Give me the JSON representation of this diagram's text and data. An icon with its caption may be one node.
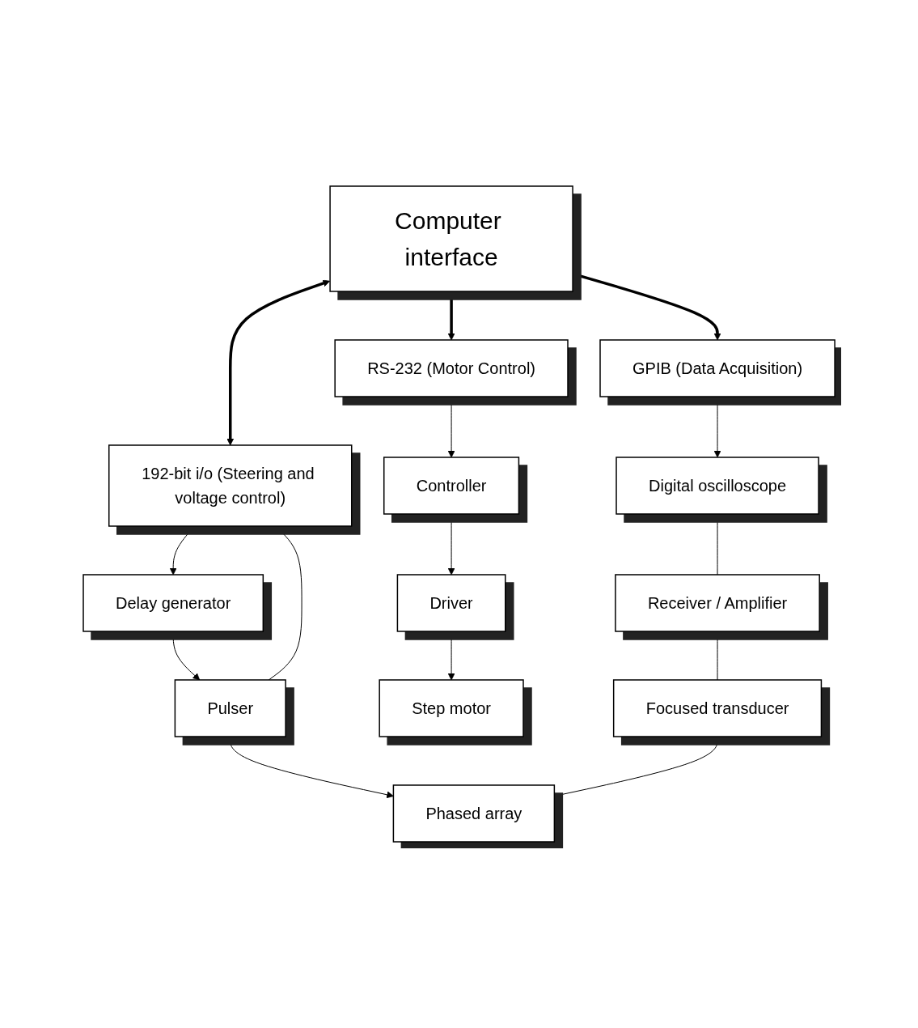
{
  "diagram": {
    "nodes": [
      {
        "text": [
          "Computer interface"
        ]
      },
      {
        "text": [
          "RS-232 (Motor Control)"
        ]
      },
      {
        "text": [
          "GPIB (Data Acquisition)"
        ]
      },
      {
        "text": [
          "192-bit i/o (Steering and voltage control)"
        ]
      },
      {
        "text": [
          "Controller"
        ]
      },
      {
        "text": [
          "Digital oscilloscope"
        ]
      },
      {
        "text": [
          "Delay generator"
        ]
      },
      {
        "text": [
          "Driver"
        ]
      },
      {
        "text": [
          "Receiver / Amplifier"
        ]
      },
      {
        "text": [
          "Pulser"
        ]
      },
      {
        "text": [
          "Step motor"
        ]
      },
      {
        "text": [
          "Focused transducer"
        ]
      },
      {
        "text": [
          "Phased array"
        ]
      }
    ],
    "edges": [
      {
        "from": 0,
        "to": 1,
        "arrow": "both",
        "style": "thick"
      },
      {
        "from": 0,
        "to": 2,
        "arrow": "both",
        "style": "thick"
      },
      {
        "from": 0,
        "to": 3,
        "arrow": "both",
        "style": "thick"
      },
      {
        "from": 1,
        "to": 4,
        "arrow": "to"
      },
      {
        "from": 2,
        "to": 5,
        "arrow": "both"
      },
      {
        "from": 3,
        "to": 6,
        "arrow": "to"
      },
      {
        "from": 4,
        "to": 7,
        "arrow": "to"
      },
      {
        "from": 5,
        "to": 8,
        "arrow": "none"
      },
      {
        "from": 6,
        "to": 9,
        "arrow": "to"
      },
      {
        "from": 7,
        "to": 10,
        "arrow": "to"
      },
      {
        "from": 8,
        "to": 11,
        "arrow": "none"
      },
      {
        "from": 9,
        "to": 12,
        "arrow": "to"
      },
      {
        "from": 11,
        "to": 12,
        "arrow": "none"
      },
      {
        "from": 3,
        "to": 9,
        "arrow": "none"
      }
    ]
  }
}
